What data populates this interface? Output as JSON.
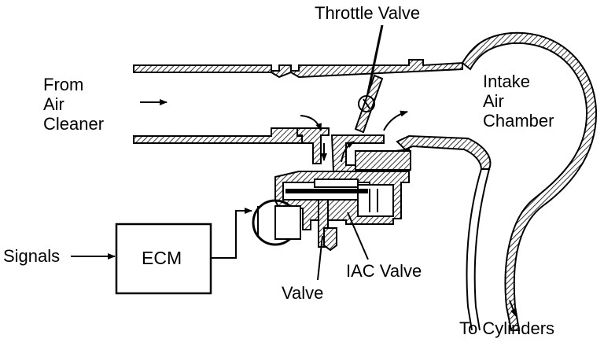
{
  "labels": {
    "throttle_valve": "Throttle Valve",
    "from_air_cleaner": [
      "From",
      "Air",
      "Cleaner"
    ],
    "intake_air_chamber": [
      "Intake",
      "Air",
      "Chamber"
    ],
    "signals": "Signals",
    "ecm": "ECM",
    "iac_valve": "IAC Valve",
    "valve": "Valve",
    "to_cylinders": "To Cylinders"
  },
  "colors": {
    "ink": "#000000",
    "paper": "#ffffff"
  }
}
